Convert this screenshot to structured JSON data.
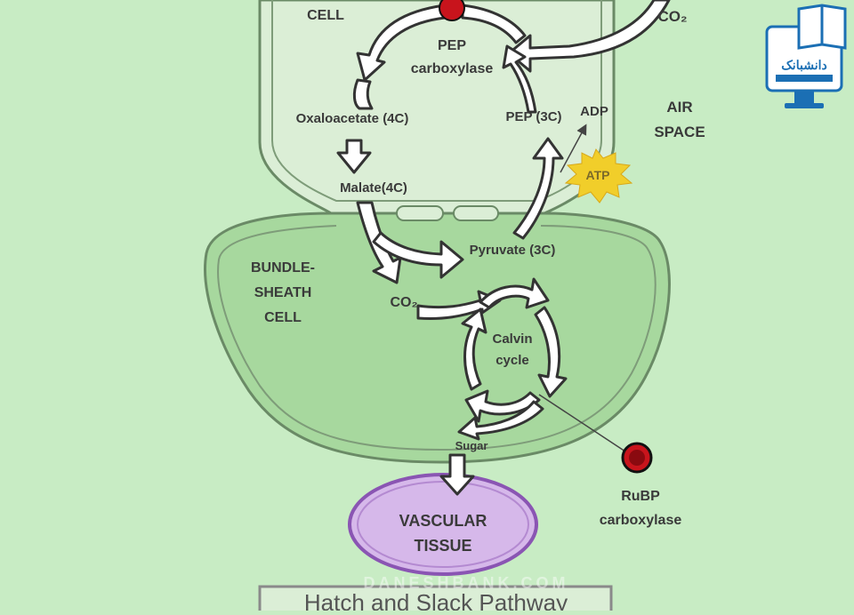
{
  "labels": {
    "mesophyll": "CELL",
    "co2_top": "CO₂",
    "pep_carboxylase": [
      "PEP",
      "carboxylase"
    ],
    "oxaloacetate": "Oxaloacetate (4C)",
    "pep3c": "PEP (3C)",
    "adp": "ADP",
    "air_space": [
      "AIR",
      "SPACE"
    ],
    "atp": "ATP",
    "malate": "Malate(4C)",
    "pyruvate": "Pyruvate (3C)",
    "bundle_sheath": [
      "BUNDLE-",
      "SHEATH",
      "CELL"
    ],
    "co2_bundle": "CO₂",
    "calvin": [
      "Calvin",
      "cycle"
    ],
    "sugar": "Sugar",
    "rubp": [
      "RuBP",
      "carboxylase"
    ],
    "vascular": [
      "VASCULAR",
      "TISSUE"
    ],
    "watermark": "DANESHBANK.COM",
    "footer": "Hatch and Slack Pathway"
  },
  "logo": {
    "text": "دانشبانک"
  },
  "colors": {
    "background": "#c8ecc4",
    "mesophyll_fill": "#dbeed6",
    "bundle_fill": "#a7d89e",
    "outline": "#6a8a66",
    "vascular_fill": "#d6b8ea",
    "vascular_stroke": "#8a55b3",
    "enzyme_dot": "#c8141c",
    "atp_star": "#f1ce2a",
    "logo": "#1b6fb4"
  }
}
